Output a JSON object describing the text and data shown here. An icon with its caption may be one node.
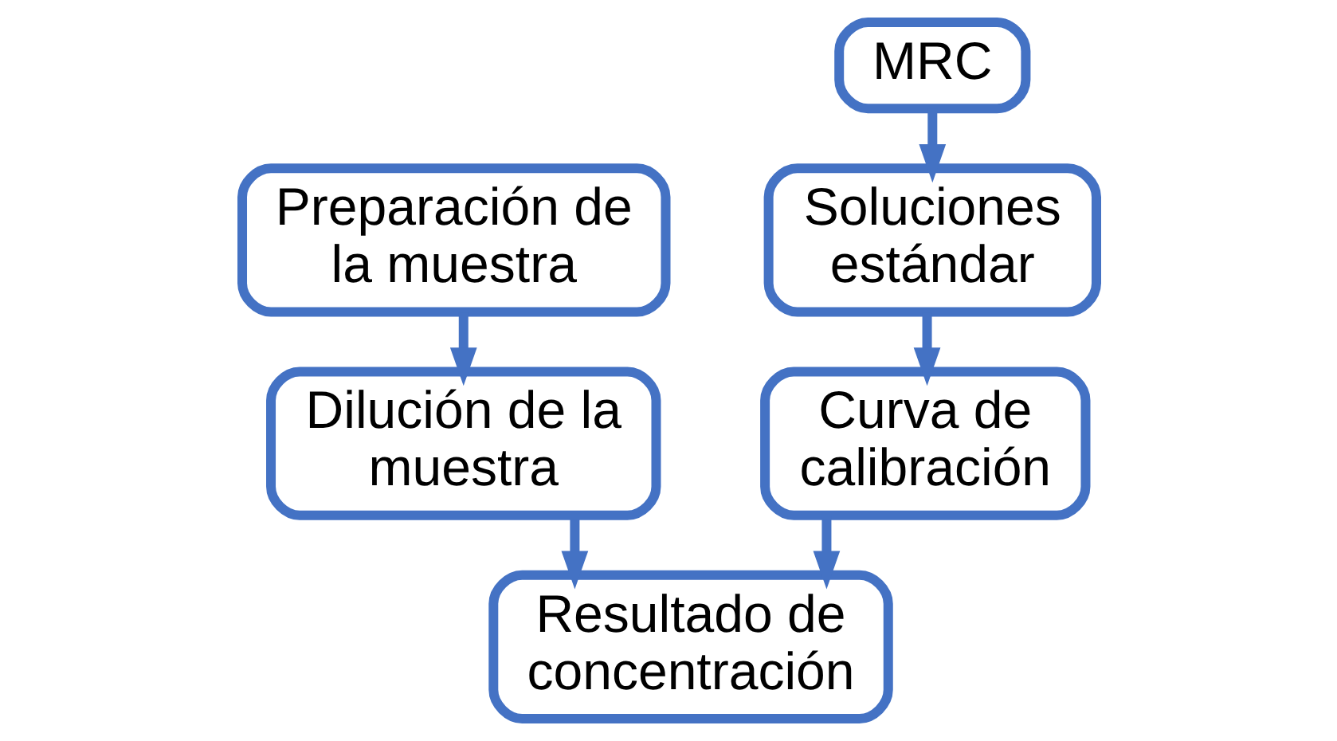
{
  "diagram": {
    "nodes": [
      {
        "text": [
          "Preparación de la muestra"
        ]
      },
      {
        "text": [
          "MRC"
        ]
      },
      {
        "text": [
          "Dilución de la muestra"
        ]
      },
      {
        "text": [
          "Soluciones estándar"
        ]
      },
      {
        "text": [
          "Curva de calibración"
        ]
      },
      {
        "text": [
          "Resultado de concentración"
        ]
      }
    ],
    "edges": [
      {
        "from": 0,
        "to": 2,
        "arrow": "to"
      },
      {
        "from": 1,
        "to": 3,
        "arrow": "to"
      },
      {
        "from": 3,
        "to": 4,
        "arrow": "to"
      },
      {
        "from": 2,
        "to": 5,
        "arrow": "to"
      },
      {
        "from": 4,
        "to": 5,
        "arrow": "to"
      }
    ]
  }
}
